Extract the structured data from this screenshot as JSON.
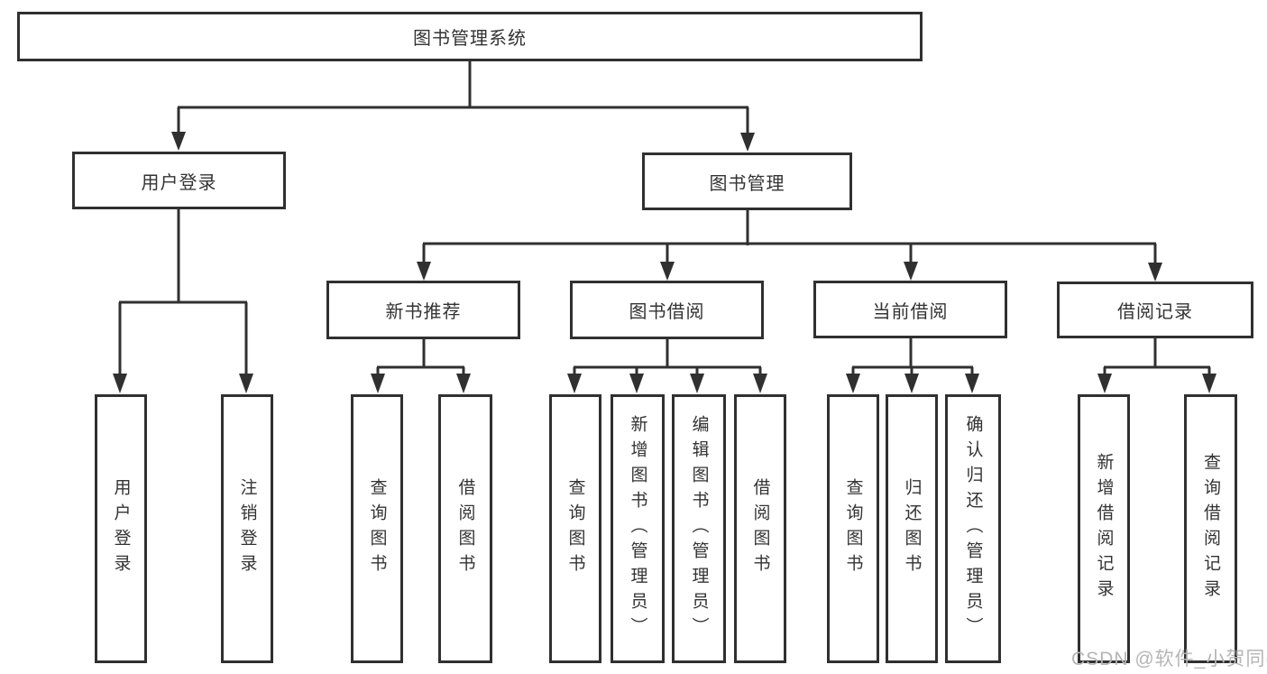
{
  "diagram": {
    "title": "图书管理系统",
    "nodes": {
      "root": {
        "label": "图书管理系统"
      },
      "user_login": {
        "label": "用户登录"
      },
      "book_mgmt": {
        "label": "图书管理"
      },
      "new_book_rec": {
        "label": "新书推荐"
      },
      "book_borrow": {
        "label": "图书借阅"
      },
      "current_borrow": {
        "label": "当前借阅"
      },
      "borrow_records": {
        "label": "借阅记录"
      }
    },
    "leaves": {
      "user_login": [
        "用户登录",
        "注销登录"
      ],
      "new_book_rec": [
        "查询图书",
        "借阅图书"
      ],
      "book_borrow": [
        "查询图书",
        "新增图书（管理员）",
        "编辑图书（管理员）",
        "借阅图书"
      ],
      "current_borrow": [
        "查询图书",
        "归还图书",
        "确认归还（管理员）"
      ],
      "borrow_records": [
        "新增借阅记录",
        "查询借阅记录"
      ]
    }
  },
  "watermark": "CSDN @软件_小贺同学",
  "colors": {
    "line": "#303030",
    "border": "#303030",
    "text": "#333333",
    "watermark": "#b5b5b5",
    "background": "#ffffff"
  }
}
